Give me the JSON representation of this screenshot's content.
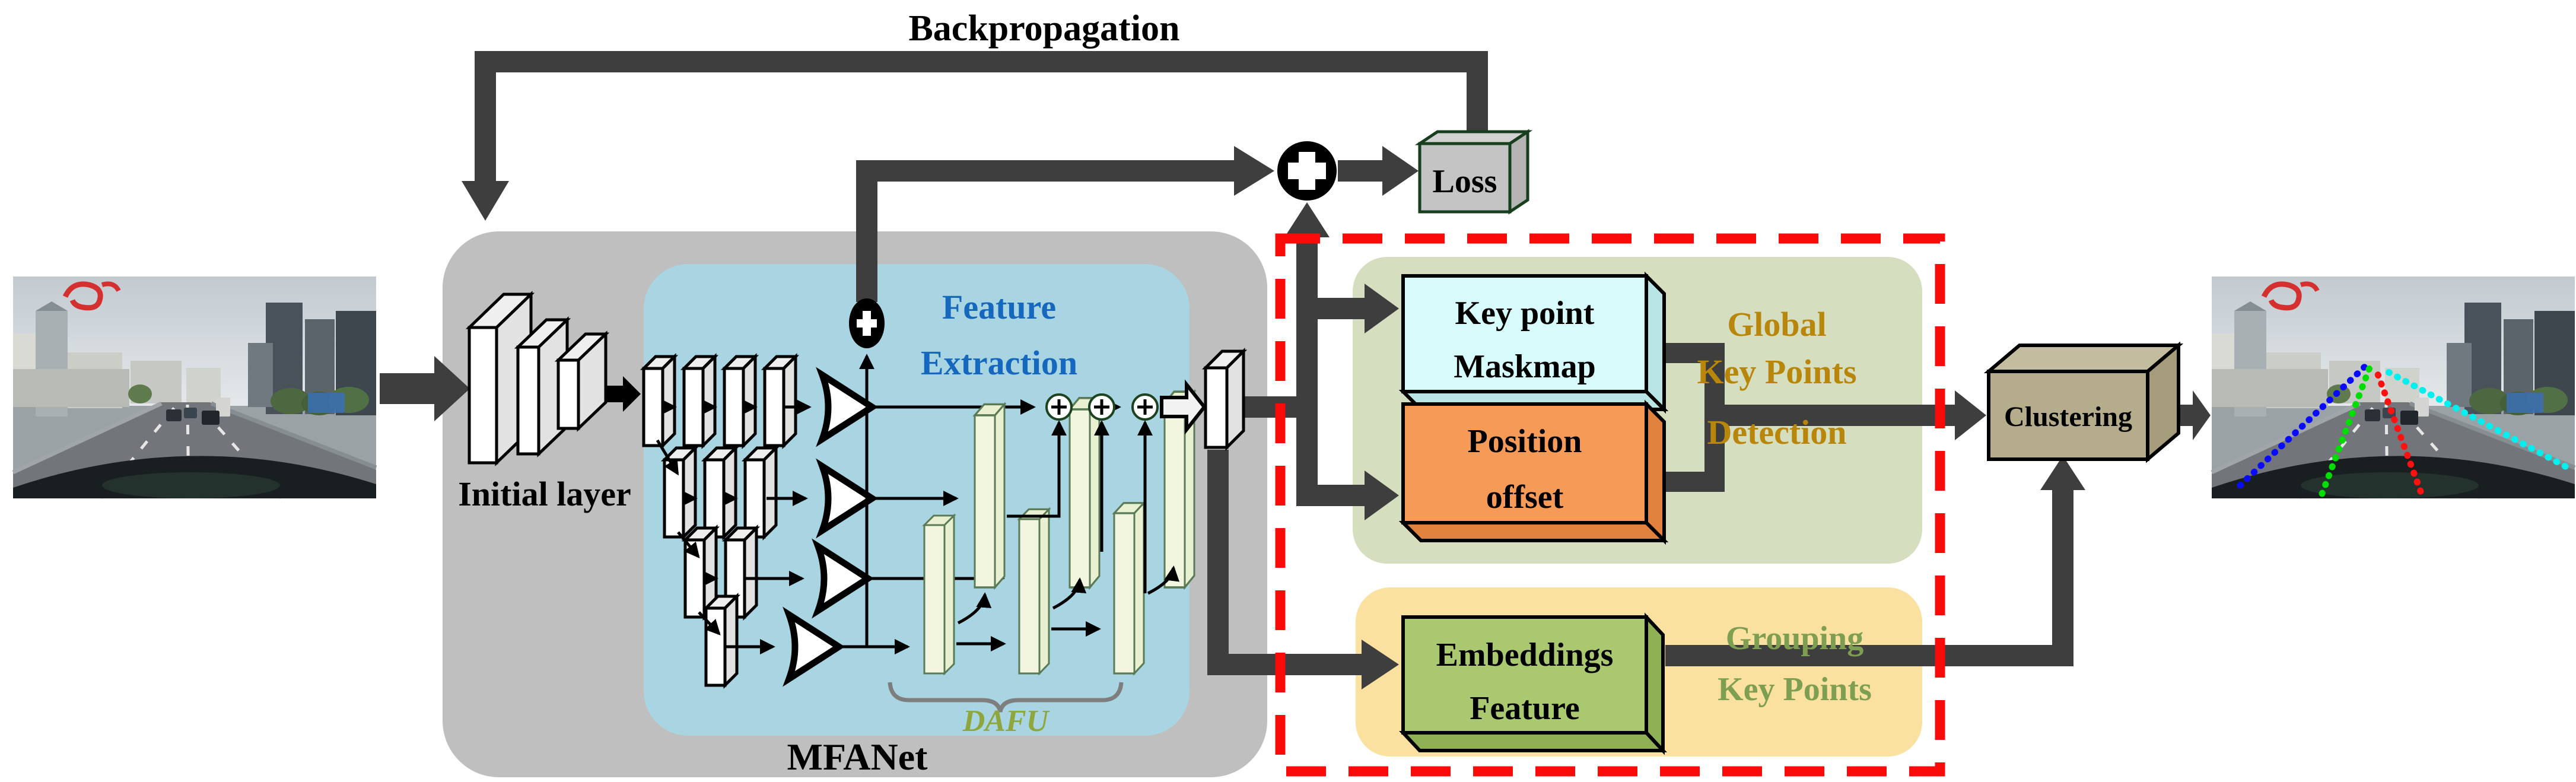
{
  "diagram_title": {
    "backpropagation": "Backpropagation"
  },
  "mfanet": {
    "label": "MFANet",
    "initial_layer_label": "Initial layer",
    "feature_extraction_label": [
      "Feature",
      "Extraction"
    ],
    "dafu_label": "DAFU"
  },
  "loss_box": {
    "label": "Loss"
  },
  "global_detection": {
    "region_label": [
      "Global",
      "Key Points",
      "Detection"
    ],
    "keypoint_maskmap_box": [
      "Key point",
      "Maskmap"
    ],
    "position_offset_box": [
      "Position",
      "offset"
    ]
  },
  "grouping": {
    "region_label": [
      "Grouping",
      "Key Points"
    ],
    "embeddings_feature_box": [
      "Embeddings",
      "Feature"
    ]
  },
  "clustering_box": {
    "label": "Clustering"
  },
  "icons": {
    "sum_node": "+",
    "feature_add_node": "+",
    "fusion_oplus_nodes": "⊕"
  },
  "images": {
    "input_photo": "road dashcam input image",
    "output_photo": "road dashcam image with detected lane key points"
  },
  "lane_colors": [
    "#0A0AFF",
    "#00DD00",
    "#FF1111",
    "#00F0F0"
  ],
  "colors": {
    "arrow_dark": "#3E3E3E",
    "container_gray": "#BFBFBF",
    "feature_bg_blue": "#A9D4E1",
    "feature_text_blue": "#1568BE",
    "detection_region_bg": "#D5DEBE",
    "detection_text_gold": "#B8860B",
    "grouping_region_bg": "#FBE1A0",
    "grouping_text_green": "#7E9E52",
    "keypoint_box_cyan": "#D7FBFB",
    "position_box_orange": "#F69A58",
    "embeddings_box_green": "#A9C870",
    "clustering_box_tan": "#B5AC8B",
    "loss_box_gray": "#C4C4C4",
    "loss_border_green": "#173F1E",
    "dashed_border_red": "#FB0A0A",
    "dafu_slab": "#F2F6DF",
    "dafu_text_olive": "#8FA63C"
  }
}
